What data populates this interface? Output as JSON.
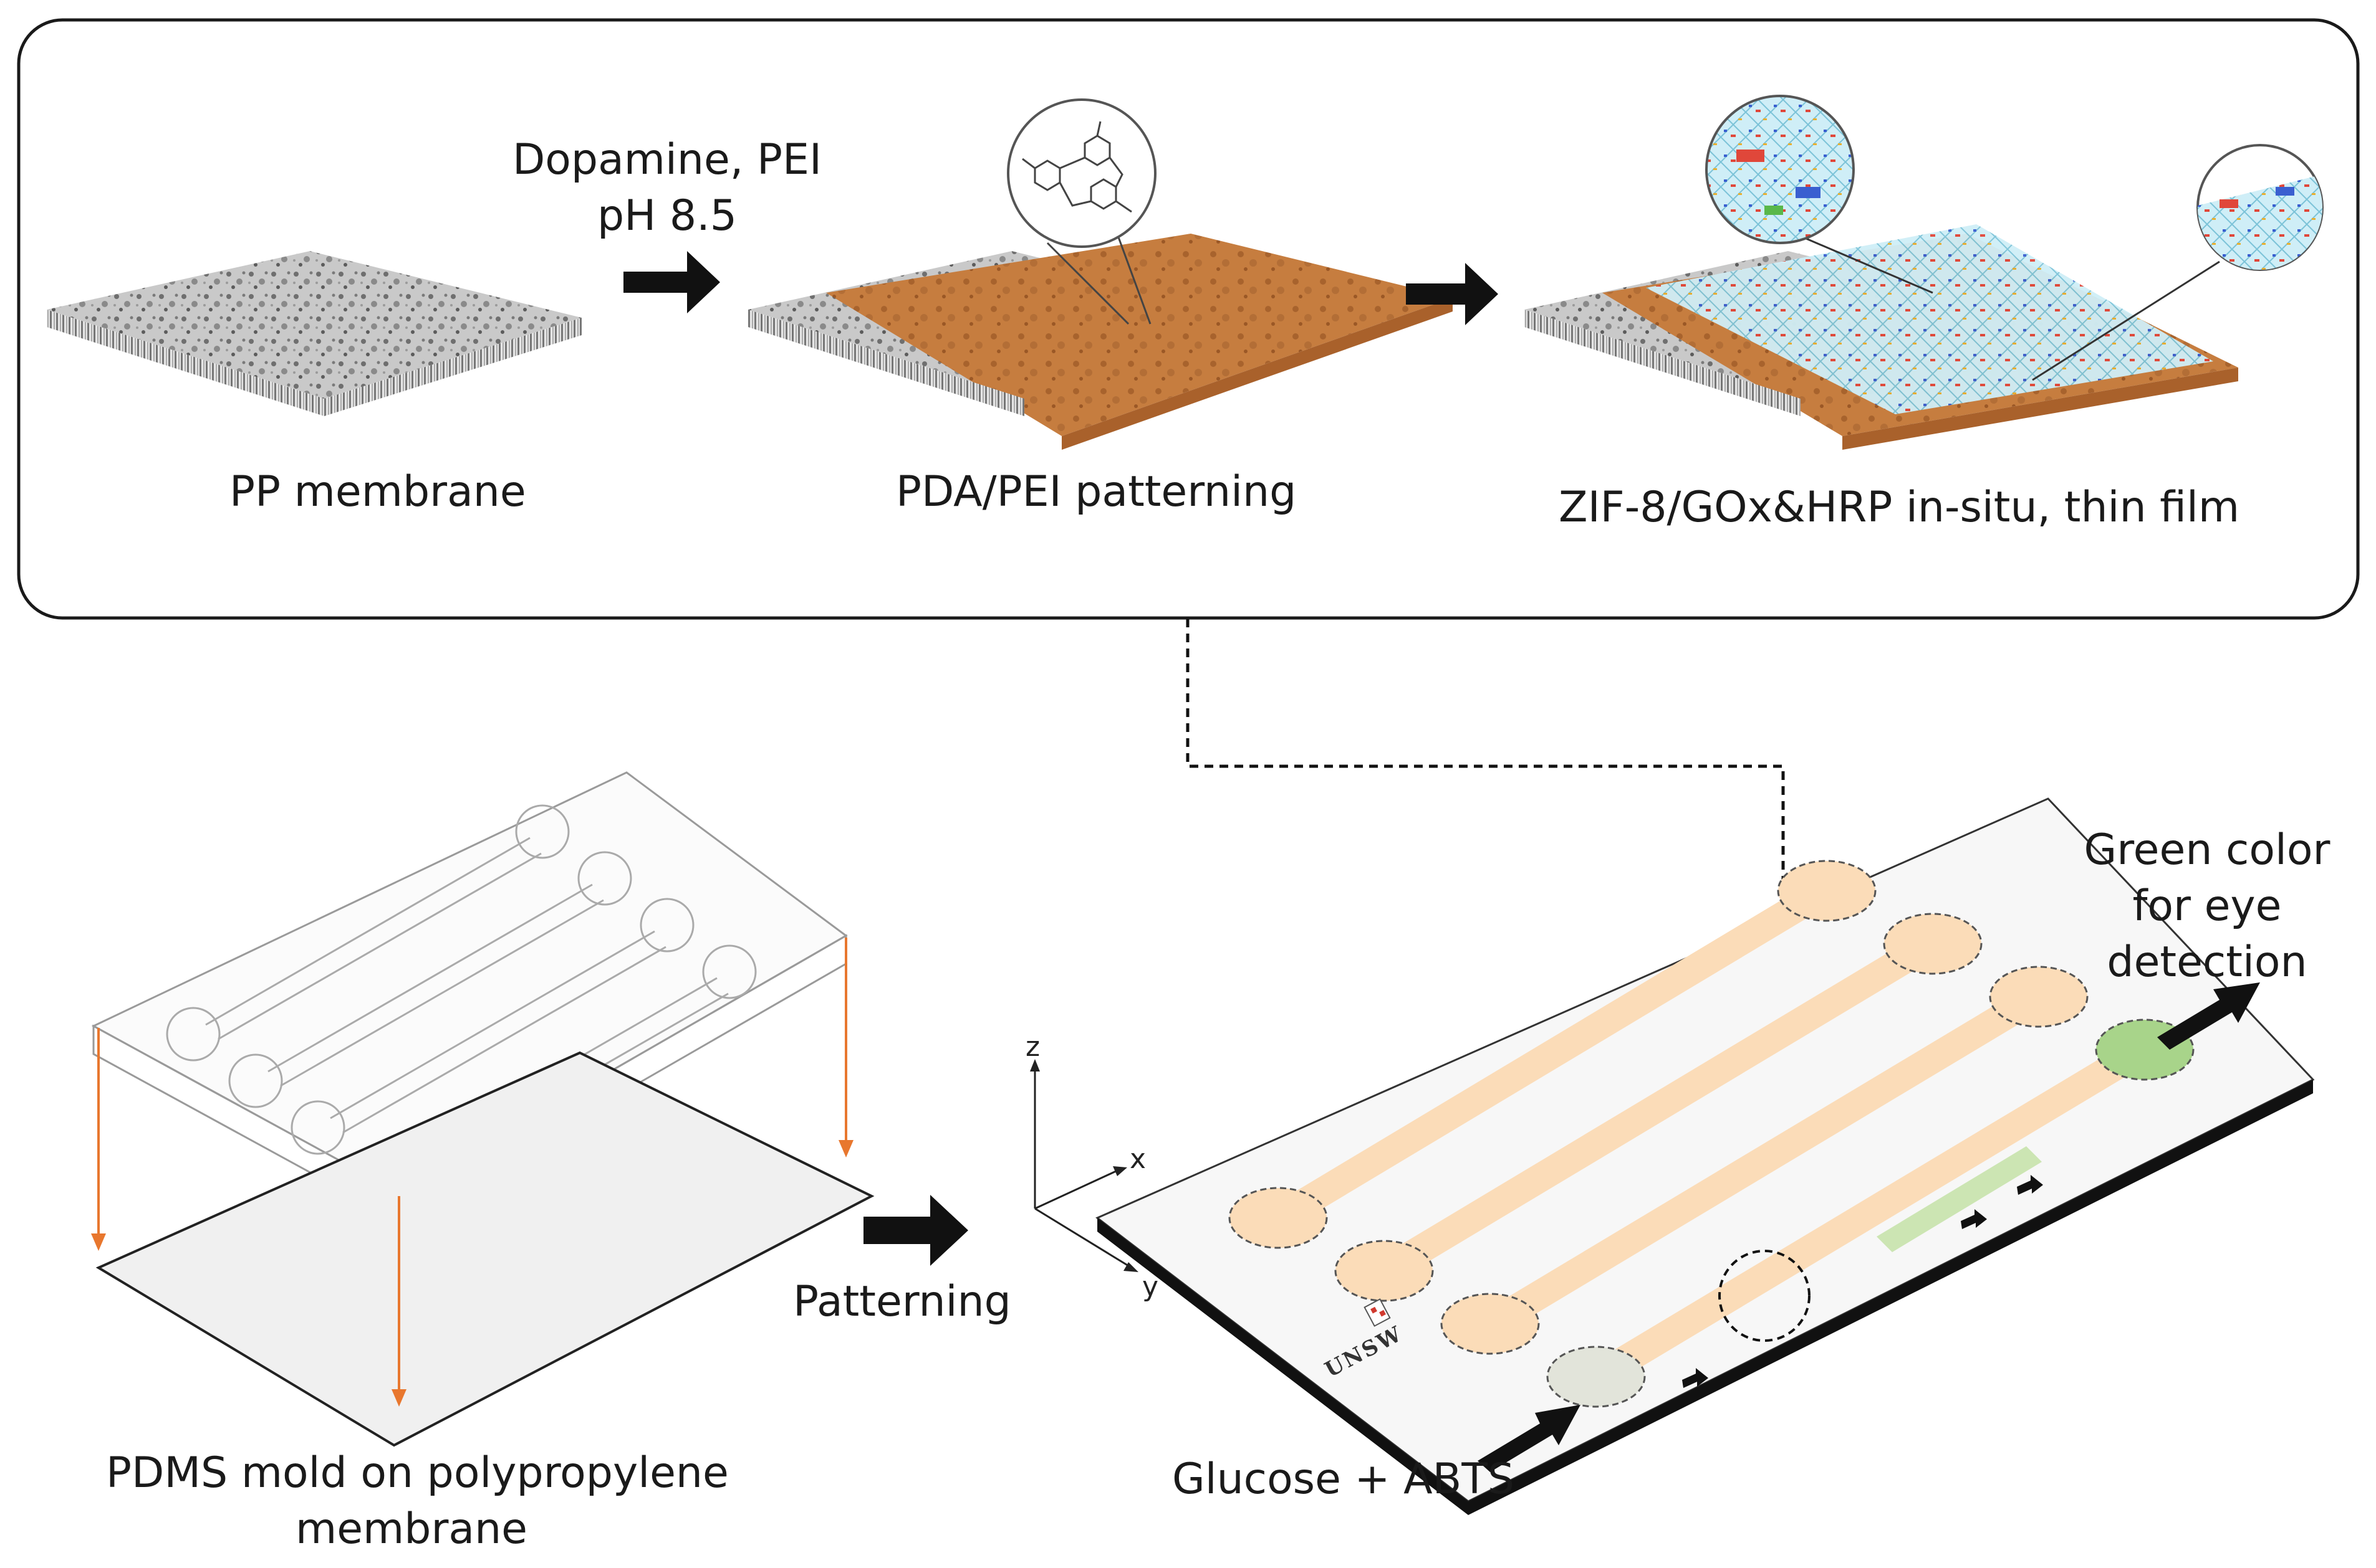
{
  "top_panel": {
    "step1_arrow_label_line1": "Dopamine, PEI",
    "step1_arrow_label_line2": "pH 8.5",
    "membrane_label": "PP membrane",
    "patterning_label": "PDA/PEI patterning",
    "thin_film_label": "ZIF-8/GOx&HRP in-situ, thin film"
  },
  "bottom_panel": {
    "mold_label_line1": "PDMS mold on polypropylene",
    "mold_label_line2": "membrane",
    "patterning_arrow_label": "Patterning",
    "inlet_label": "Glucose + ABTS",
    "outlet_label_line1": "Green color",
    "outlet_label_line2": "for eye",
    "outlet_label_line3": "detection",
    "axis_z": "z",
    "axis_x": "x",
    "axis_y": "y",
    "logo_text": "UNSW"
  },
  "colors": {
    "membrane_gray": "#b8b8b8",
    "pda_brown": "#c27a3e",
    "zif_cyan": "#bfe6f0",
    "channel_orange": "#fbdcb8",
    "mold_arrow_orange": "#e8772e",
    "detection_green": "#a8d48a"
  }
}
